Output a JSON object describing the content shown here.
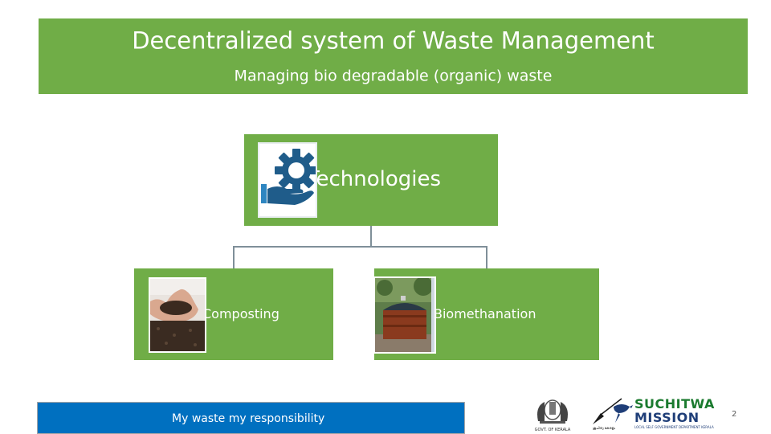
{
  "slide": {
    "title": "Decentralized system of Waste Management",
    "subtitle": "Managing bio degradable (organic) waste",
    "page_number": "2"
  },
  "diagram": {
    "root": {
      "label": "Technologies",
      "icon": "gear-hand-icon"
    },
    "children": [
      {
        "label": "Composting",
        "image": "compost-hands-photo"
      },
      {
        "label": "Biomethanation",
        "image": "biogas-plant-photo"
      }
    ]
  },
  "footer": {
    "text": "My waste my responsibility"
  },
  "logos": {
    "kerala_caption": "GOVT. OF KERALA",
    "suchitwa_line1": "SUCHITWA",
    "suchitwa_line2": "MISSION",
    "suchitwa_tagline": "LOCAL SELF GOVERNMENT DEPARTMENT KERALA",
    "suchitwa_malayalam": "ശുചിത്വ കേരളം"
  },
  "colors": {
    "node_green": "#70ad47",
    "footer_blue": "#0070c0",
    "connector": "#7f8f99"
  }
}
